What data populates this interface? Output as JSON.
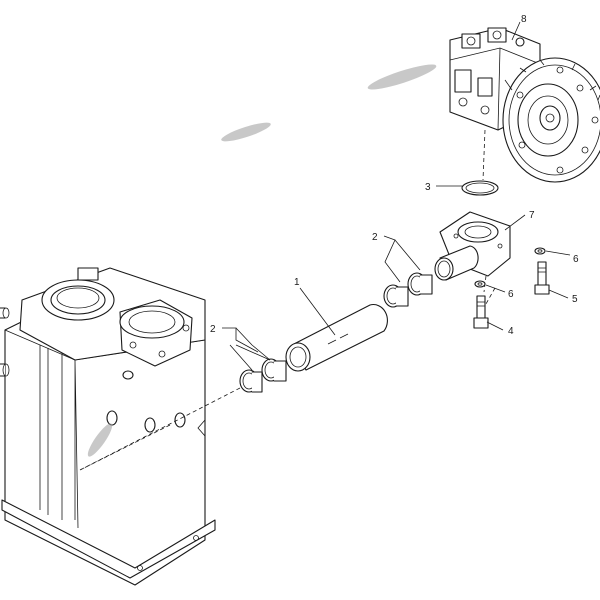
{
  "callouts": {
    "c1": "1",
    "c2a": "2",
    "c2b": "2",
    "c3": "3",
    "c4": "4",
    "c5": "5",
    "c6a": "6",
    "c6b": "6",
    "c7": "7",
    "c8": "8"
  },
  "colors": {
    "line": "#1a1a1a",
    "background": "#ffffff",
    "watermark": "#9a9a9a"
  }
}
